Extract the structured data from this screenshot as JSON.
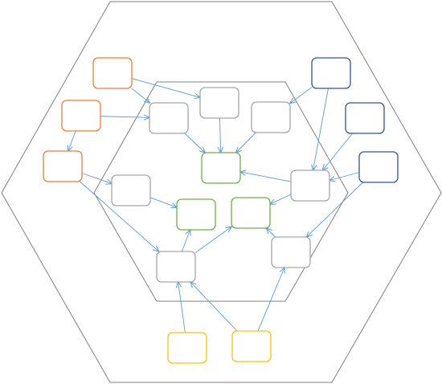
{
  "diagram": {
    "colors": {
      "orange": "#ed7d31",
      "blue": "#2f5597",
      "gray": "#a6a6a6",
      "green": "#70ad47",
      "yellow": "#ffc000",
      "edge": "#5b9bd5",
      "hexagon": "#7f7f7f"
    },
    "nodes": [
      {
        "id": "orange-1",
        "group": "orange",
        "label": ""
      },
      {
        "id": "orange-2",
        "group": "orange",
        "label": ""
      },
      {
        "id": "orange-3",
        "group": "orange",
        "label": ""
      },
      {
        "id": "blue-1",
        "group": "blue",
        "label": ""
      },
      {
        "id": "blue-2",
        "group": "blue",
        "label": ""
      },
      {
        "id": "blue-3",
        "group": "blue",
        "label": ""
      },
      {
        "id": "gray-top-center",
        "group": "gray",
        "label": ""
      },
      {
        "id": "gray-top-left",
        "group": "gray",
        "label": ""
      },
      {
        "id": "gray-top-right",
        "group": "gray",
        "label": ""
      },
      {
        "id": "gray-mid-left",
        "group": "gray",
        "label": ""
      },
      {
        "id": "gray-mid-right",
        "group": "gray",
        "label": ""
      },
      {
        "id": "gray-bottom-left",
        "group": "gray",
        "label": ""
      },
      {
        "id": "gray-bottom-right",
        "group": "gray",
        "label": ""
      },
      {
        "id": "green-top",
        "group": "green",
        "label": ""
      },
      {
        "id": "green-left",
        "group": "green",
        "label": ""
      },
      {
        "id": "green-right",
        "group": "green",
        "label": ""
      },
      {
        "id": "yellow-left",
        "group": "yellow",
        "label": ""
      },
      {
        "id": "yellow-right",
        "group": "yellow",
        "label": ""
      }
    ],
    "edges": [
      {
        "from": "orange-1",
        "to": "gray-top-center"
      },
      {
        "from": "orange-1",
        "to": "gray-top-left"
      },
      {
        "from": "orange-2",
        "to": "gray-top-left"
      },
      {
        "from": "orange-2",
        "to": "orange-3"
      },
      {
        "from": "orange-3",
        "to": "gray-mid-left"
      },
      {
        "from": "orange-3",
        "to": "gray-bottom-left"
      },
      {
        "from": "blue-1",
        "to": "gray-top-right"
      },
      {
        "from": "blue-1",
        "to": "gray-mid-right"
      },
      {
        "from": "blue-2",
        "to": "gray-mid-right"
      },
      {
        "from": "blue-3",
        "to": "gray-mid-right"
      },
      {
        "from": "blue-3",
        "to": "gray-bottom-right"
      },
      {
        "from": "gray-top-center",
        "to": "green-top"
      },
      {
        "from": "gray-top-left",
        "to": "green-top"
      },
      {
        "from": "gray-top-right",
        "to": "green-top"
      },
      {
        "from": "gray-mid-left",
        "to": "green-left"
      },
      {
        "from": "gray-mid-right",
        "to": "green-top"
      },
      {
        "from": "gray-mid-right",
        "to": "green-right"
      },
      {
        "from": "gray-bottom-left",
        "to": "green-left"
      },
      {
        "from": "gray-bottom-left",
        "to": "green-right"
      },
      {
        "from": "gray-bottom-right",
        "to": "green-right"
      },
      {
        "from": "yellow-left",
        "to": "gray-bottom-left"
      },
      {
        "from": "yellow-right",
        "to": "gray-bottom-left"
      },
      {
        "from": "yellow-right",
        "to": "gray-bottom-right"
      }
    ]
  }
}
